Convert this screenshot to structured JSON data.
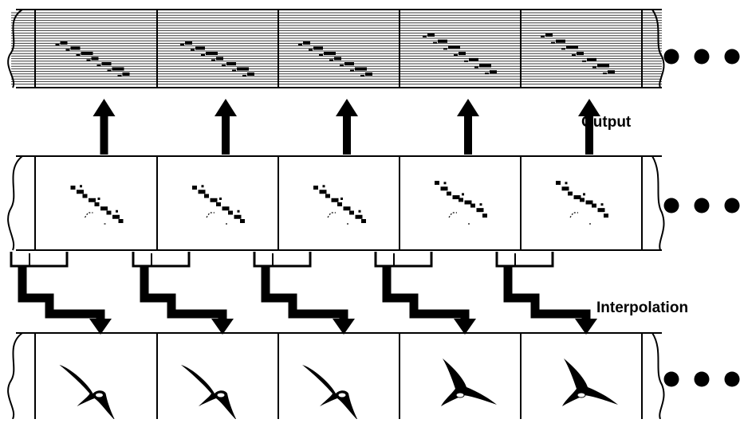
{
  "labels": {
    "output": "Output",
    "interpolation": "Interpolation"
  },
  "strips": [
    {
      "name": "output-strip",
      "frames": 5,
      "content": "piano-roll"
    },
    {
      "name": "keyframe-strip",
      "frames": 5,
      "content": "matrix"
    },
    {
      "name": "interpolated-strip",
      "frames": 5,
      "content": "bird"
    }
  ],
  "continuation": "ellipsis",
  "colors": {
    "ink": "#000000",
    "paper": "#ffffff",
    "staff": "#3a3a3a"
  }
}
